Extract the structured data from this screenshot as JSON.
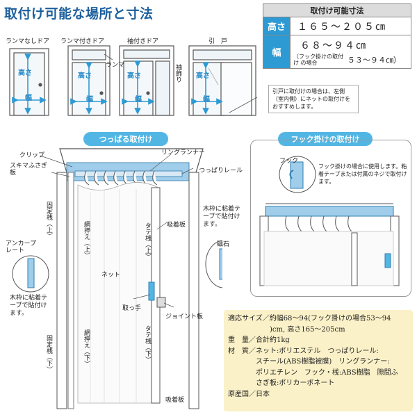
{
  "title": "取付け可能な場所と寸法",
  "dimensions_table": {
    "header": "取付け可能寸法",
    "height_label": "高さ",
    "height_value": "１６５～２０５㎝",
    "width_label": "幅",
    "width_value": "６８～９４㎝",
    "hook_note": "（フック掛けの取付け の場合",
    "hook_value": "５３～９４㎝）"
  },
  "door_types": [
    {
      "label": "ランマなしドア"
    },
    {
      "label": "ランマ付きドア",
      "callout": "ランマ"
    },
    {
      "label": "袖付きドア",
      "callout": "袖飾り"
    },
    {
      "label": "引　戸"
    }
  ],
  "door_inner_labels": {
    "height": "高さ",
    "width": "幅"
  },
  "sliding_note": "引戸に取付けの場合は、左側（室内側）にネットの取付けをおすすめします。",
  "tension_section": {
    "title": "つっぱる取付け",
    "labels": {
      "clip": "クリップ",
      "gap_plate": "スキマふさぎ板",
      "ring_runner": "リングランナー",
      "tension_rail": "つっぱりレール",
      "fixed_post_upper": "固定桟（上）",
      "fixed_post_lower": "固定桟（下）",
      "net_holder_upper": "網押え（上）",
      "net_holder_lower": "網押え（下）",
      "vertical_post_upper": "タテ桟（上）",
      "vertical_post_lower": "タテ桟（下）",
      "suction_plate_upper": "吸着板",
      "suction_plate_lower": "吸着板",
      "net": "ネット",
      "handle": "取っ手",
      "joint_plate": "ジョイント板",
      "anchor_plate": "アンカープレート",
      "anchor_note": "木枠に粘着テープで貼付けます。",
      "magnet_note": "木枠に粘着テープで貼付けます。",
      "magnet": "磁石"
    }
  },
  "hook_section": {
    "title": "フック掛けの取付け",
    "hook_label": "フック",
    "note": "フック掛けの場合に使用します。粘着テープまたは付属のネジで取付けます。"
  },
  "specs": [
    "適応サイズ／約幅68～94(フック掛けの場合53～94",
    "　　　　　　)cm, 高さ165～205cm",
    "重　量／合計約1kg",
    "材　質／ネット:ポリエステル　つっぱりレール:",
    "　　　　スチール(ABS樹脂被膜)　リングランナー:",
    "　　　　ポリエチレン　フック・桟:ABS樹脂　隙間ふ",
    "　　　　さぎ板:ポリカーボネート",
    "原産国／日本"
  ],
  "colors": {
    "accent": "#2e9ad4",
    "title": "#1d5f9c",
    "spec_bg": "#fbf1c8",
    "pill": "#52b6e4"
  }
}
